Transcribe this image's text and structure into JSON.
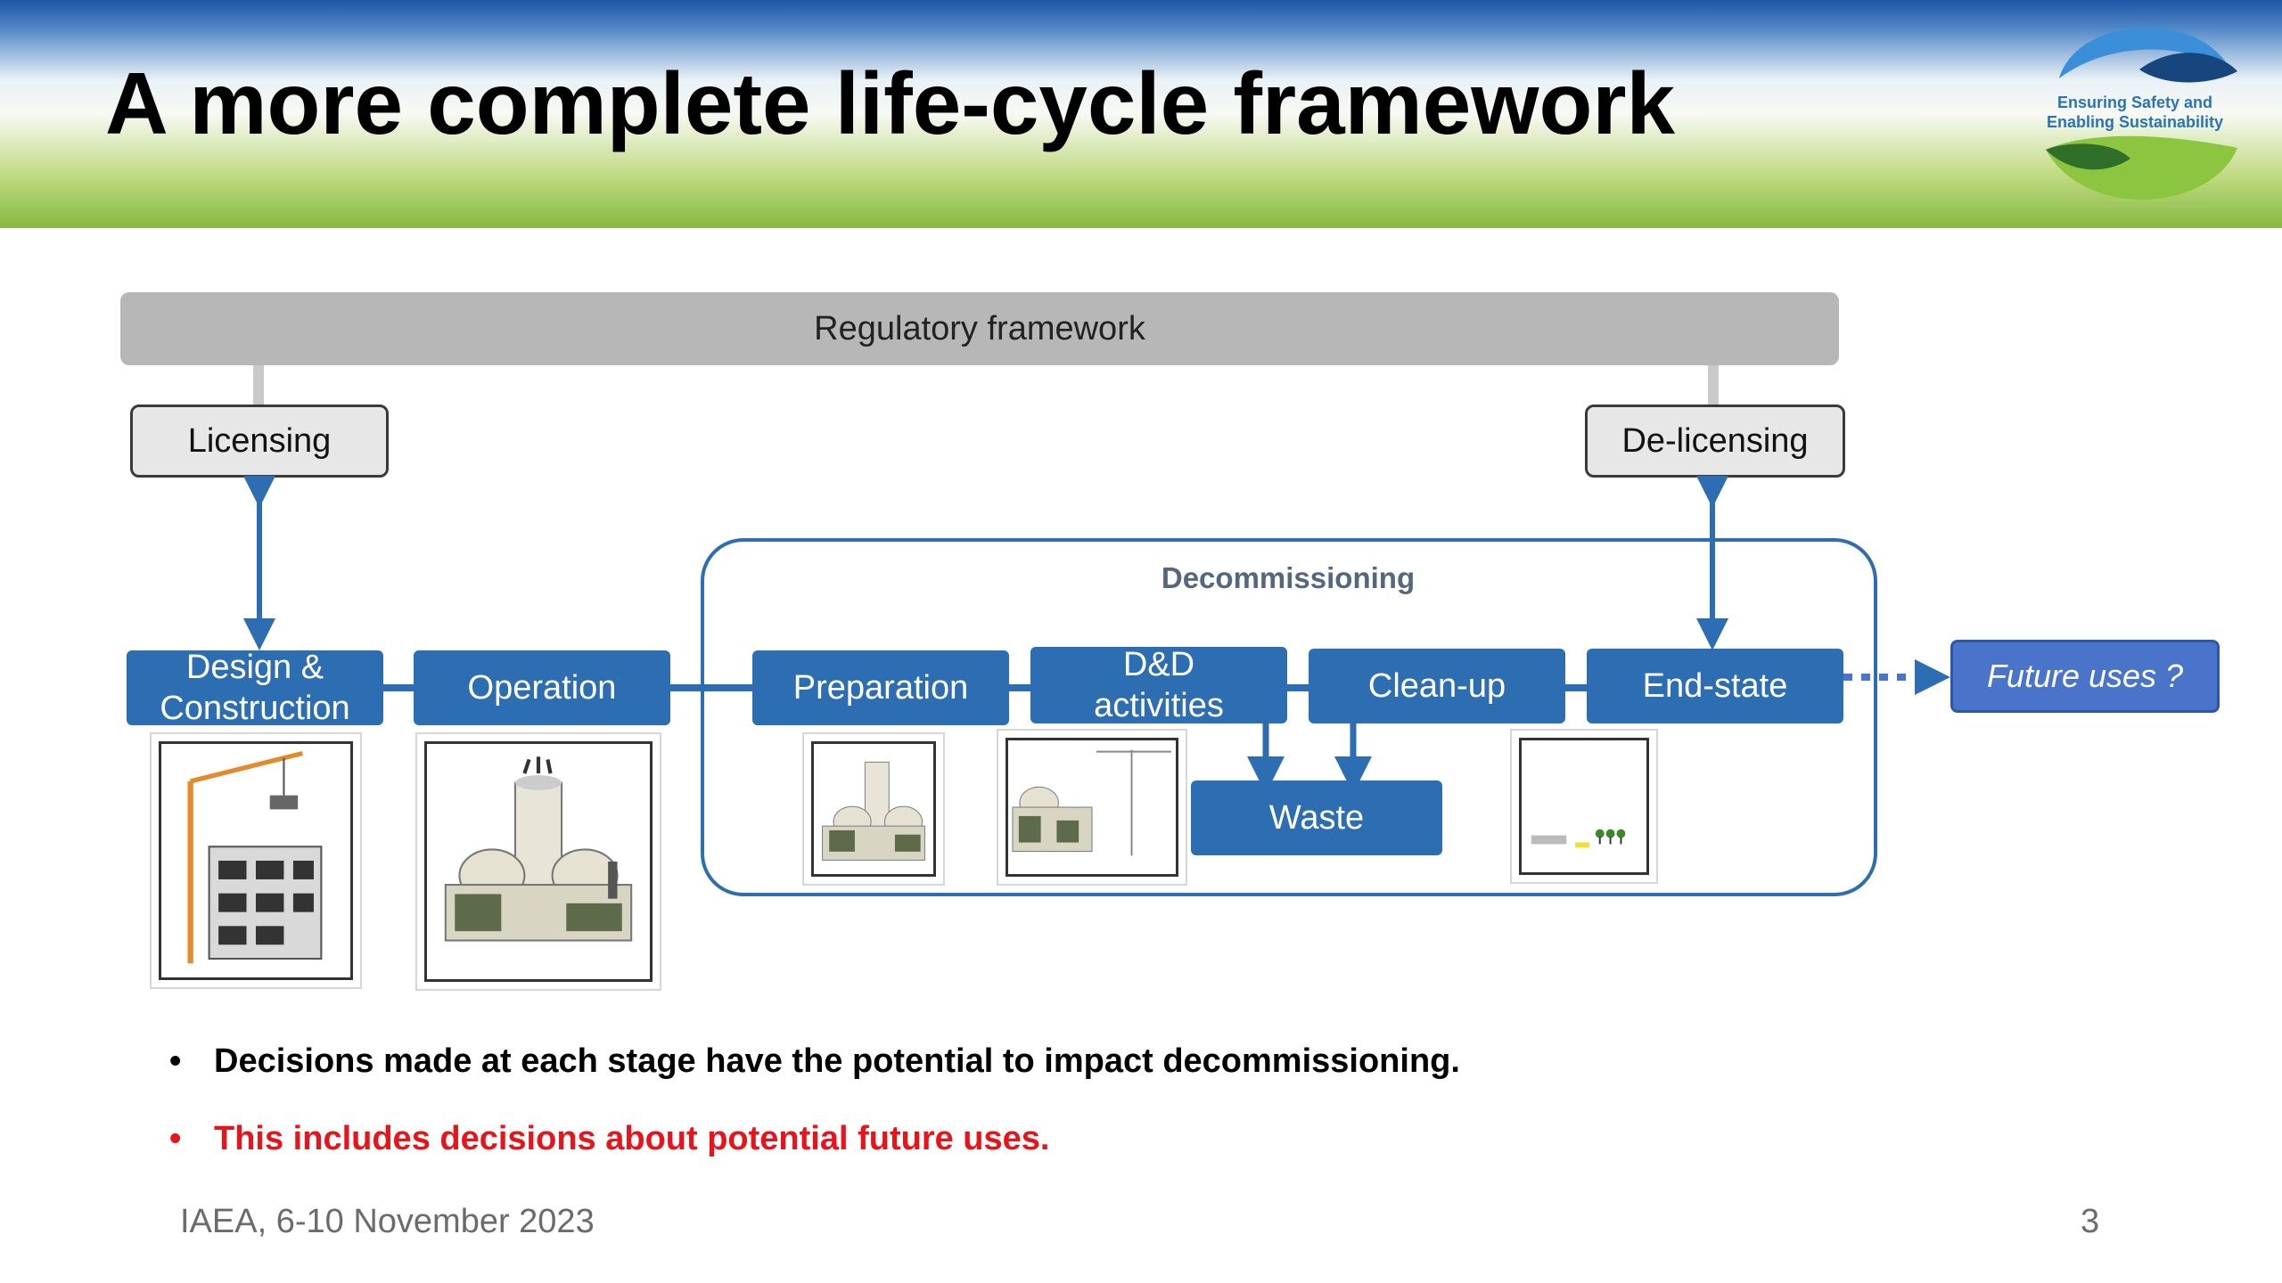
{
  "slide": {
    "title": "A more complete life-cycle framework",
    "logo": {
      "line1": "Ensuring Safety and",
      "line2": "Enabling Sustainability"
    },
    "footer": "IAEA, 6-10 November 2023",
    "page_number": "3"
  },
  "diagram": {
    "regulatory_framework": "Regulatory framework",
    "licensing": "Licensing",
    "delicensing": "De-licensing",
    "decommissioning_label": "Decommissioning",
    "stages": {
      "design": "Design & Construction",
      "operation": "Operation",
      "preparation": "Preparation",
      "dd": "D&D activities",
      "cleanup": "Clean-up",
      "endstate": "End-state"
    },
    "waste": "Waste",
    "future_uses": "Future uses ?",
    "colors": {
      "stage_blue": "#2d6eb3",
      "future_blue": "#4a74c9",
      "grey_bar": "#b7b7b7"
    }
  },
  "bullets": [
    {
      "text": "Decisions made at each stage have the potential to impact decommissioning.",
      "color": "#000000"
    },
    {
      "text": "This includes decisions about potential future uses.",
      "color": "#e8141b"
    }
  ]
}
